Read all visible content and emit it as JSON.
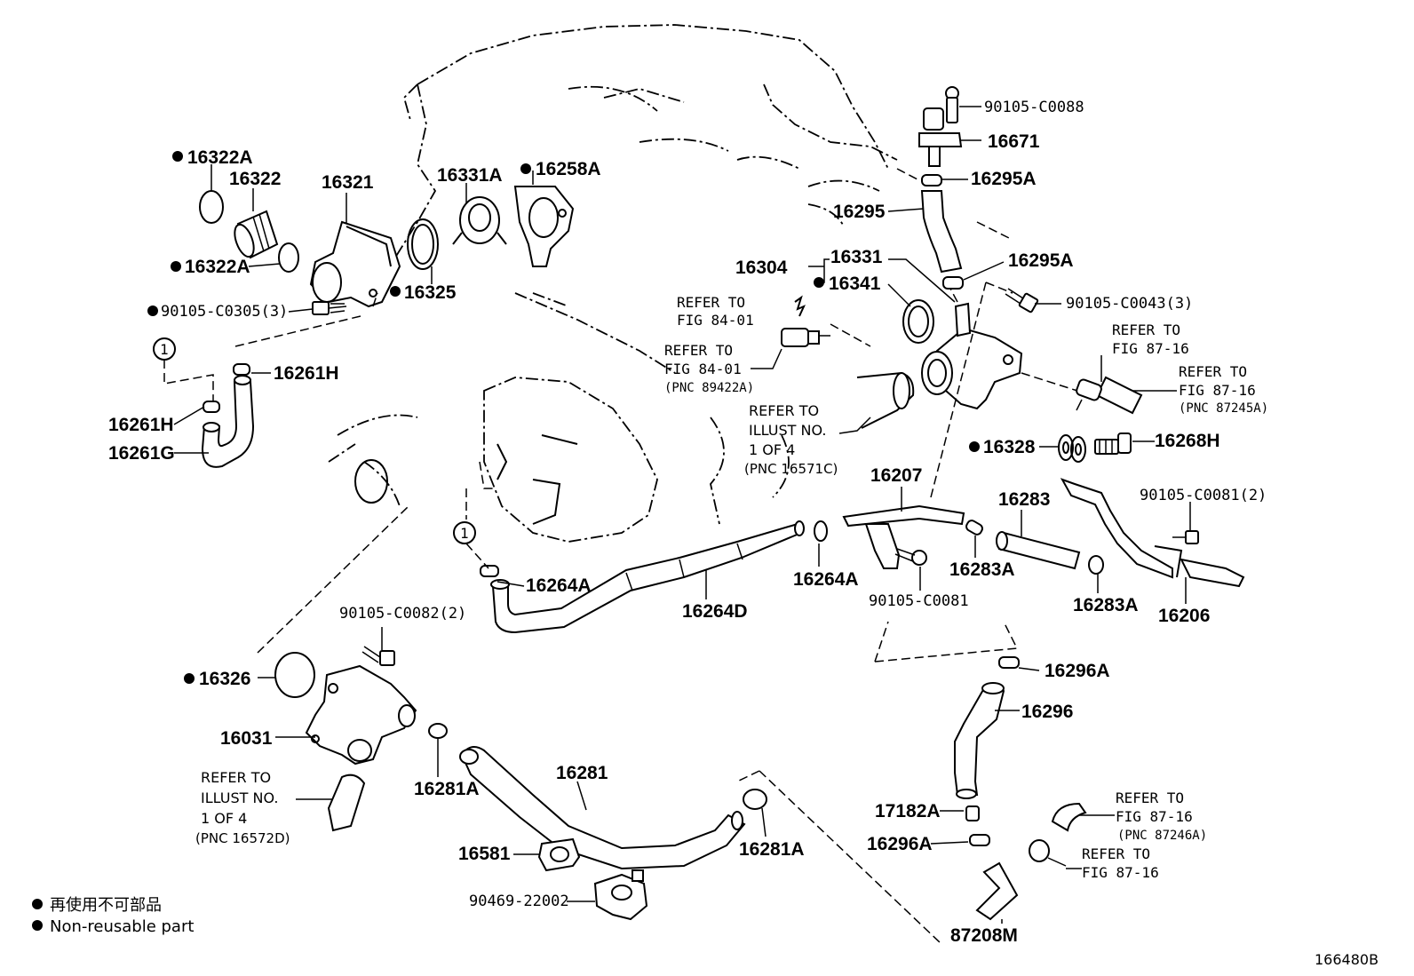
{
  "diagram_id": "166480B",
  "legend": {
    "japanese": "再使用不可部品",
    "english": "Non-reusable part"
  },
  "labels": [
    {
      "id": "16322A-top",
      "text": "16322A",
      "nonreusable": true
    },
    {
      "id": "16322",
      "text": "16322"
    },
    {
      "id": "16321",
      "text": "16321"
    },
    {
      "id": "16331A",
      "text": "16331A"
    },
    {
      "id": "16258A",
      "text": "16258A",
      "nonreusable": true
    },
    {
      "id": "16322A-bottom",
      "text": "16322A",
      "nonreusable": true
    },
    {
      "id": "16325",
      "text": "16325",
      "nonreusable": true
    },
    {
      "id": "90105-C0305",
      "text": "90105-C0305(3)",
      "nonreusable": true
    },
    {
      "id": "16261H-right",
      "text": "16261H"
    },
    {
      "id": "16261H-left",
      "text": "16261H"
    },
    {
      "id": "16261G",
      "text": "16261G"
    },
    {
      "id": "90105-C0088",
      "text": "90105-C0088"
    },
    {
      "id": "16671",
      "text": "16671"
    },
    {
      "id": "16295A-top",
      "text": "16295A"
    },
    {
      "id": "16295",
      "text": "16295"
    },
    {
      "id": "16304",
      "text": "16304"
    },
    {
      "id": "16331",
      "text": "16331"
    },
    {
      "id": "16341",
      "text": "16341",
      "nonreusable": true
    },
    {
      "id": "16295A-mid",
      "text": "16295A"
    },
    {
      "id": "90105-C0043",
      "text": "90105-C0043(3)"
    },
    {
      "id": "16328",
      "text": "16328",
      "nonreusable": true
    },
    {
      "id": "16268H",
      "text": "16268H"
    },
    {
      "id": "16207",
      "text": "16207"
    },
    {
      "id": "16283",
      "text": "16283"
    },
    {
      "id": "90105-C0081-2",
      "text": "90105-C0081(2)"
    },
    {
      "id": "16264A-left",
      "text": "16264A"
    },
    {
      "id": "16264D",
      "text": "16264D"
    },
    {
      "id": "16264A-right",
      "text": "16264A"
    },
    {
      "id": "16283A-left",
      "text": "16283A"
    },
    {
      "id": "90105-C0081",
      "text": "90105-C0081"
    },
    {
      "id": "16283A-right",
      "text": "16283A"
    },
    {
      "id": "16206",
      "text": "16206"
    },
    {
      "id": "90105-C0082",
      "text": "90105-C0082(2)"
    },
    {
      "id": "16326",
      "text": "16326",
      "nonreusable": true
    },
    {
      "id": "16031",
      "text": "16031"
    },
    {
      "id": "16296A-top",
      "text": "16296A"
    },
    {
      "id": "16296",
      "text": "16296"
    },
    {
      "id": "16281A-left",
      "text": "16281A"
    },
    {
      "id": "16281",
      "text": "16281"
    },
    {
      "id": "16281A-right",
      "text": "16281A"
    },
    {
      "id": "16581",
      "text": "16581"
    },
    {
      "id": "90469-22002",
      "text": "90469-22002"
    },
    {
      "id": "17182A",
      "text": "17182A"
    },
    {
      "id": "16296A-bottom",
      "text": "16296A"
    },
    {
      "id": "87208M",
      "text": "87208M"
    }
  ],
  "references": [
    {
      "id": "ref-fig84-top",
      "lines": [
        "REFER TO",
        "FIG 84-01"
      ]
    },
    {
      "id": "ref-fig84-pnc",
      "lines": [
        "REFER TO",
        "FIG 84-01",
        "(PNC 89422A)"
      ]
    },
    {
      "id": "ref-fig87-top",
      "lines": [
        "REFER TO",
        "FIG 87-16"
      ]
    },
    {
      "id": "ref-fig87-pnc",
      "lines": [
        "REFER TO",
        "FIG 87-16",
        "(PNC 87245A)"
      ]
    },
    {
      "id": "ref-illust-16571C",
      "lines": [
        "REFER TO",
        "ILLUST NO.",
        "1 OF 4",
        "(PNC 16571C)"
      ]
    },
    {
      "id": "ref-illust-16572D",
      "lines": [
        "REFER TO",
        "ILLUST NO.",
        "1 OF 4",
        "(PNC 16572D)"
      ]
    },
    {
      "id": "ref-fig87-87246A",
      "lines": [
        "REFER TO",
        "FIG 87-16",
        "(PNC 87246A)"
      ]
    },
    {
      "id": "ref-fig87-bottom",
      "lines": [
        "REFER TO",
        "FIG 87-16"
      ]
    }
  ],
  "markers": [
    {
      "id": "marker-1-left",
      "text": "1"
    },
    {
      "id": "marker-1-center",
      "text": "1"
    }
  ]
}
